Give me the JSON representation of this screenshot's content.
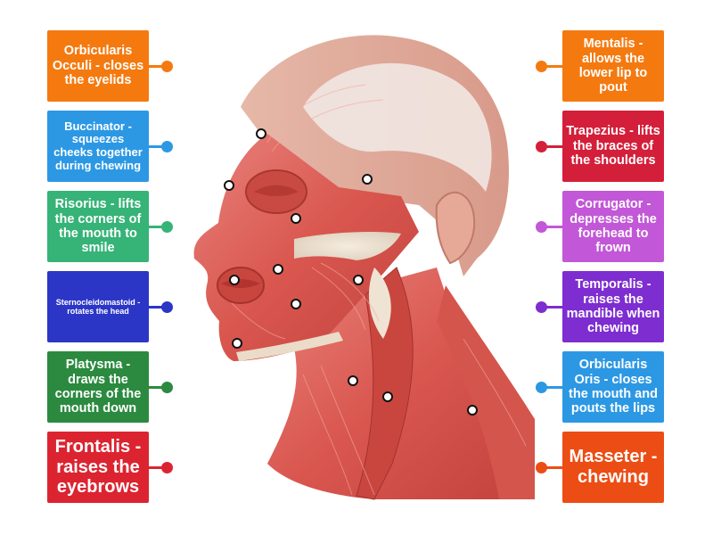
{
  "labels": [
    {
      "id": "orbicularis-occuli",
      "text": "Orbicularis Occuli - closes the eyelids",
      "color": "#f47a10",
      "side": "left",
      "row": 0,
      "size": "normal"
    },
    {
      "id": "buccinator",
      "text": "Buccinator - squeezes cheeks together during chewing",
      "color": "#2c98e4",
      "side": "left",
      "row": 1,
      "size": "small"
    },
    {
      "id": "risorius",
      "text": "Risorius - lifts the corners of the mouth to smile",
      "color": "#36b377",
      "side": "left",
      "row": 2,
      "size": "normal"
    },
    {
      "id": "sternocleidomastoid",
      "text": "Sternocleidomastoid - rotates the head",
      "color": "#2b36c6",
      "side": "left",
      "row": 3,
      "size": "tiny"
    },
    {
      "id": "platysma",
      "text": "Platysma - draws the corners of the mouth down",
      "color": "#2b8a3f",
      "side": "left",
      "row": 4,
      "size": "normal"
    },
    {
      "id": "frontalis",
      "text": "Frontalis - raises the eyebrows",
      "color": "#dc2431",
      "side": "left",
      "row": 5,
      "size": "large"
    },
    {
      "id": "mentalis",
      "text": "Mentalis - allows the lower lip to pout",
      "color": "#f47a10",
      "side": "right",
      "row": 0,
      "size": "normal"
    },
    {
      "id": "trapezius",
      "text": "Trapezius - lifts the braces of the shoulders",
      "color": "#d41f3a",
      "side": "right",
      "row": 1,
      "size": "normal"
    },
    {
      "id": "corrugator",
      "text": "Corrugator - depresses the forehead to frown",
      "color": "#c257d8",
      "side": "right",
      "row": 2,
      "size": "normal"
    },
    {
      "id": "temporalis",
      "text": "Temporalis - raises the mandible when chewing",
      "color": "#7d2dd0",
      "side": "right",
      "row": 3,
      "size": "normal"
    },
    {
      "id": "orbicularis-oris",
      "text": "Orbicularis Oris - closes the mouth and pouts the lips",
      "color": "#2c98e4",
      "side": "right",
      "row": 4,
      "size": "normal"
    },
    {
      "id": "masseter",
      "text": "Masseter - chewing",
      "color": "#ec4d14",
      "side": "right",
      "row": 5,
      "size": "large"
    }
  ]
}
